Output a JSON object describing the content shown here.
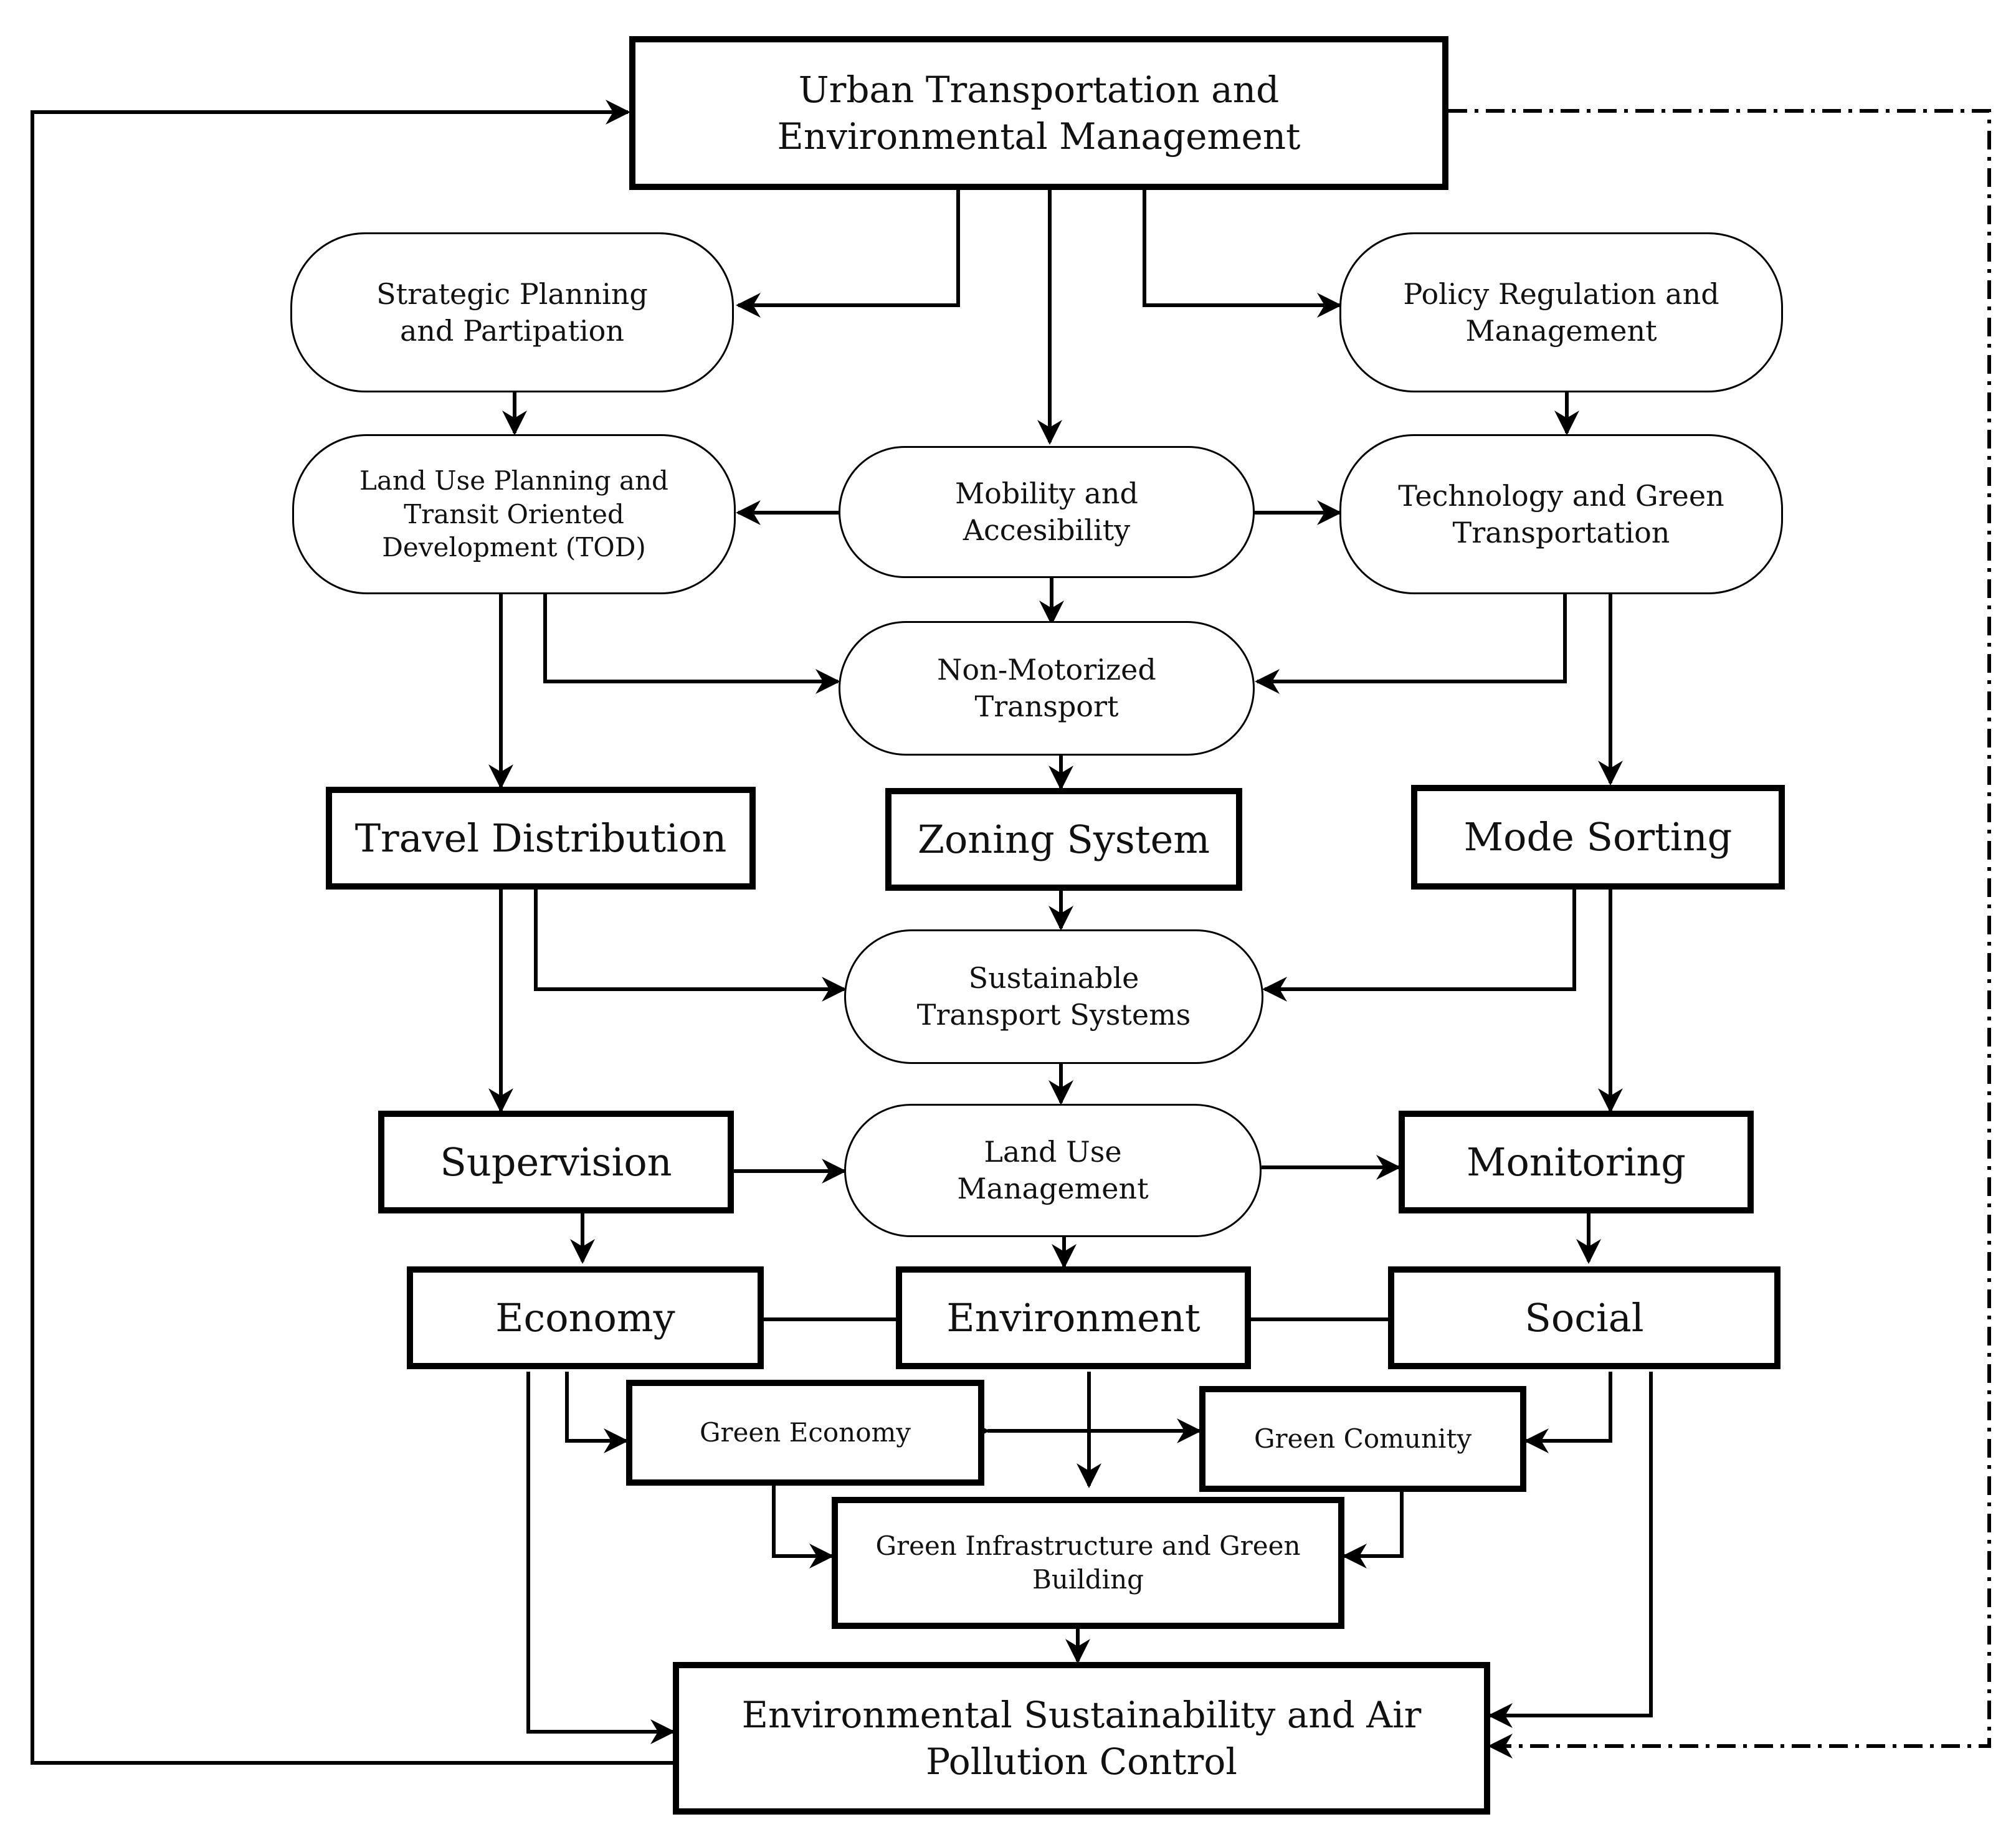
{
  "diagram": {
    "nodes": {
      "urban_mgmt": "Urban Transportation and Environmental Management",
      "strategic": "Strategic Planning and Partipation",
      "policy": "Policy Regulation and Management",
      "land_use_tod": "Land Use Planning and Transit Oriented Development (TOD)",
      "mobility": "Mobility and Accesibility",
      "technology": "Technology and Green Transportation",
      "non_motorized": "Non-Motorized Transport",
      "travel_distribution": "Travel Distribution",
      "zoning": "Zoning System",
      "mode_sorting": "Mode Sorting",
      "sustainable_ts": "Sustainable Transport Systems",
      "supervision": "Supervision",
      "land_use_mgmt": "Land Use Management",
      "monitoring": "Monitoring",
      "economy": "Economy",
      "environment": "Environment",
      "social": "Social",
      "green_economy": "Green Economy",
      "green_community": "Green Comunity",
      "green_infra": "Green Infrastructure and Green Building",
      "env_sustainability": "Environmental Sustainability and Air Pollution Control"
    }
  }
}
